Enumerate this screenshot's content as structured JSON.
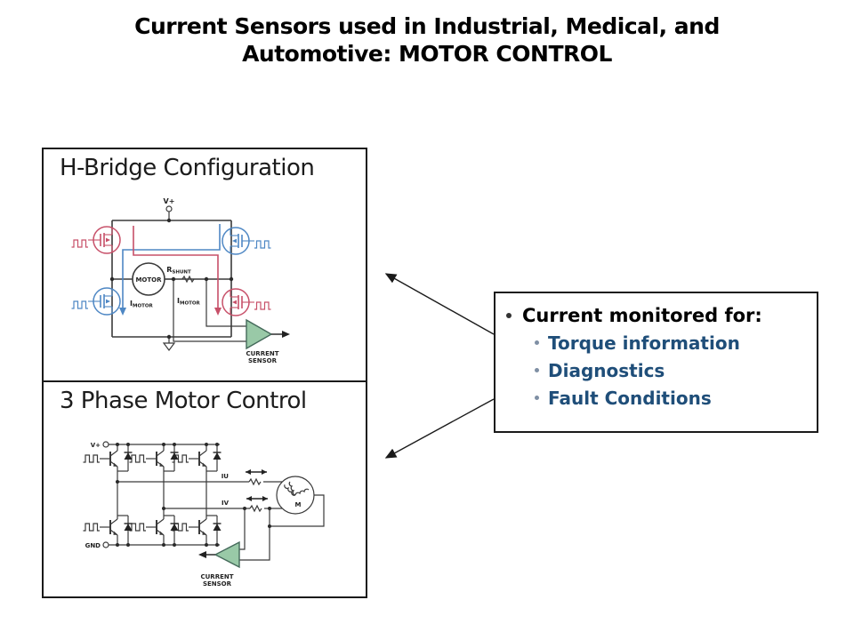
{
  "title": {
    "line1": "Current Sensors used in Industrial, Medical, and",
    "line2": "Automotive: MOTOR CONTROL"
  },
  "panels": {
    "h_bridge": {
      "heading": "H-Bridge Configuration",
      "labels": {
        "vplus": "V+",
        "motor": "MOTOR",
        "rshunt_main": "R",
        "rshunt_sub": "SHUNT",
        "imotor_main": "I",
        "imotor_sub": "MOTOR",
        "current_sensor_line1": "CURRENT",
        "current_sensor_line2": "SENSOR"
      }
    },
    "three_phase": {
      "heading": "3 Phase Motor Control",
      "labels": {
        "vplus": "V+",
        "gnd": "GND",
        "iu": "IU",
        "iv": "IV",
        "motor": "M",
        "current_sensor_line1": "CURRENT",
        "current_sensor_line2": "SENSOR"
      }
    }
  },
  "note": {
    "heading": "Current monitored for:",
    "items": [
      "Torque information",
      "Diagnostics",
      "Fault Conditions"
    ]
  },
  "colors": {
    "background": "#ffffff",
    "title_text": "#000000",
    "note_blue": "#1F4E79",
    "note_bullet_gray": "#7f8fa4",
    "mosfet_red": "#C75069",
    "mosfet_blue": "#4E87C4",
    "sensor_green_fill": "#99C9A7",
    "sensor_green_stroke": "#44695a",
    "diagram_ink": "#3a3a3a",
    "border_black": "#1a1a1a"
  }
}
